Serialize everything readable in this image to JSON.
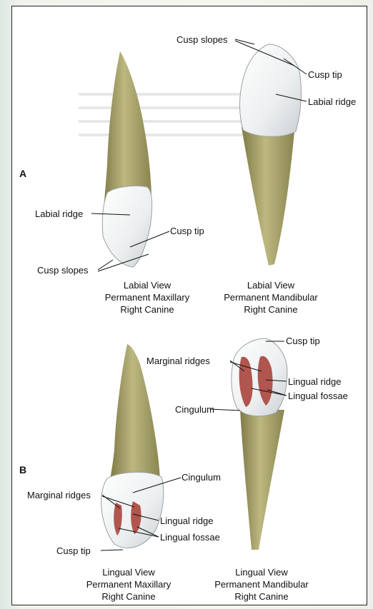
{
  "panels": {
    "a": {
      "letter": "A",
      "left_tooth": {
        "labels": {
          "labial_ridge": "Labial ridge",
          "cusp_tip": "Cusp tip",
          "cusp_slopes": "Cusp slopes"
        },
        "caption": [
          "Labial View",
          "Permanent Maxillary",
          "Right Canine"
        ]
      },
      "right_tooth": {
        "labels": {
          "cusp_slopes": "Cusp slopes",
          "cusp_tip": "Cusp tip",
          "labial_ridge": "Labial ridge"
        },
        "caption": [
          "Labial View",
          "Permanent Mandibular",
          "Right Canine"
        ]
      }
    },
    "b": {
      "letter": "B",
      "left_tooth": {
        "labels": {
          "cingulum": "Cingulum",
          "marginal_ridges": "Marginal ridges",
          "lingual_ridge": "Lingual ridge",
          "lingual_fossae": "Lingual fossae",
          "cusp_tip": "Cusp tip"
        },
        "caption": [
          "Lingual View",
          "Permanent Maxillary",
          "Right Canine"
        ]
      },
      "right_tooth": {
        "labels": {
          "cusp_tip": "Cusp tip",
          "marginal_ridges": "Marginal ridges",
          "lingual_ridge": "Lingual ridge",
          "lingual_fossae": "Lingual fossae",
          "cingulum": "Cingulum"
        },
        "caption": [
          "Lingual View",
          "Permanent Mandibular",
          "Right Canine"
        ]
      }
    }
  },
  "colors": {
    "root": "#9f9a63",
    "root_light": "#c9c592",
    "crown": "#f4f4f4",
    "fossa": "#b0564f",
    "frame": "#222222"
  }
}
